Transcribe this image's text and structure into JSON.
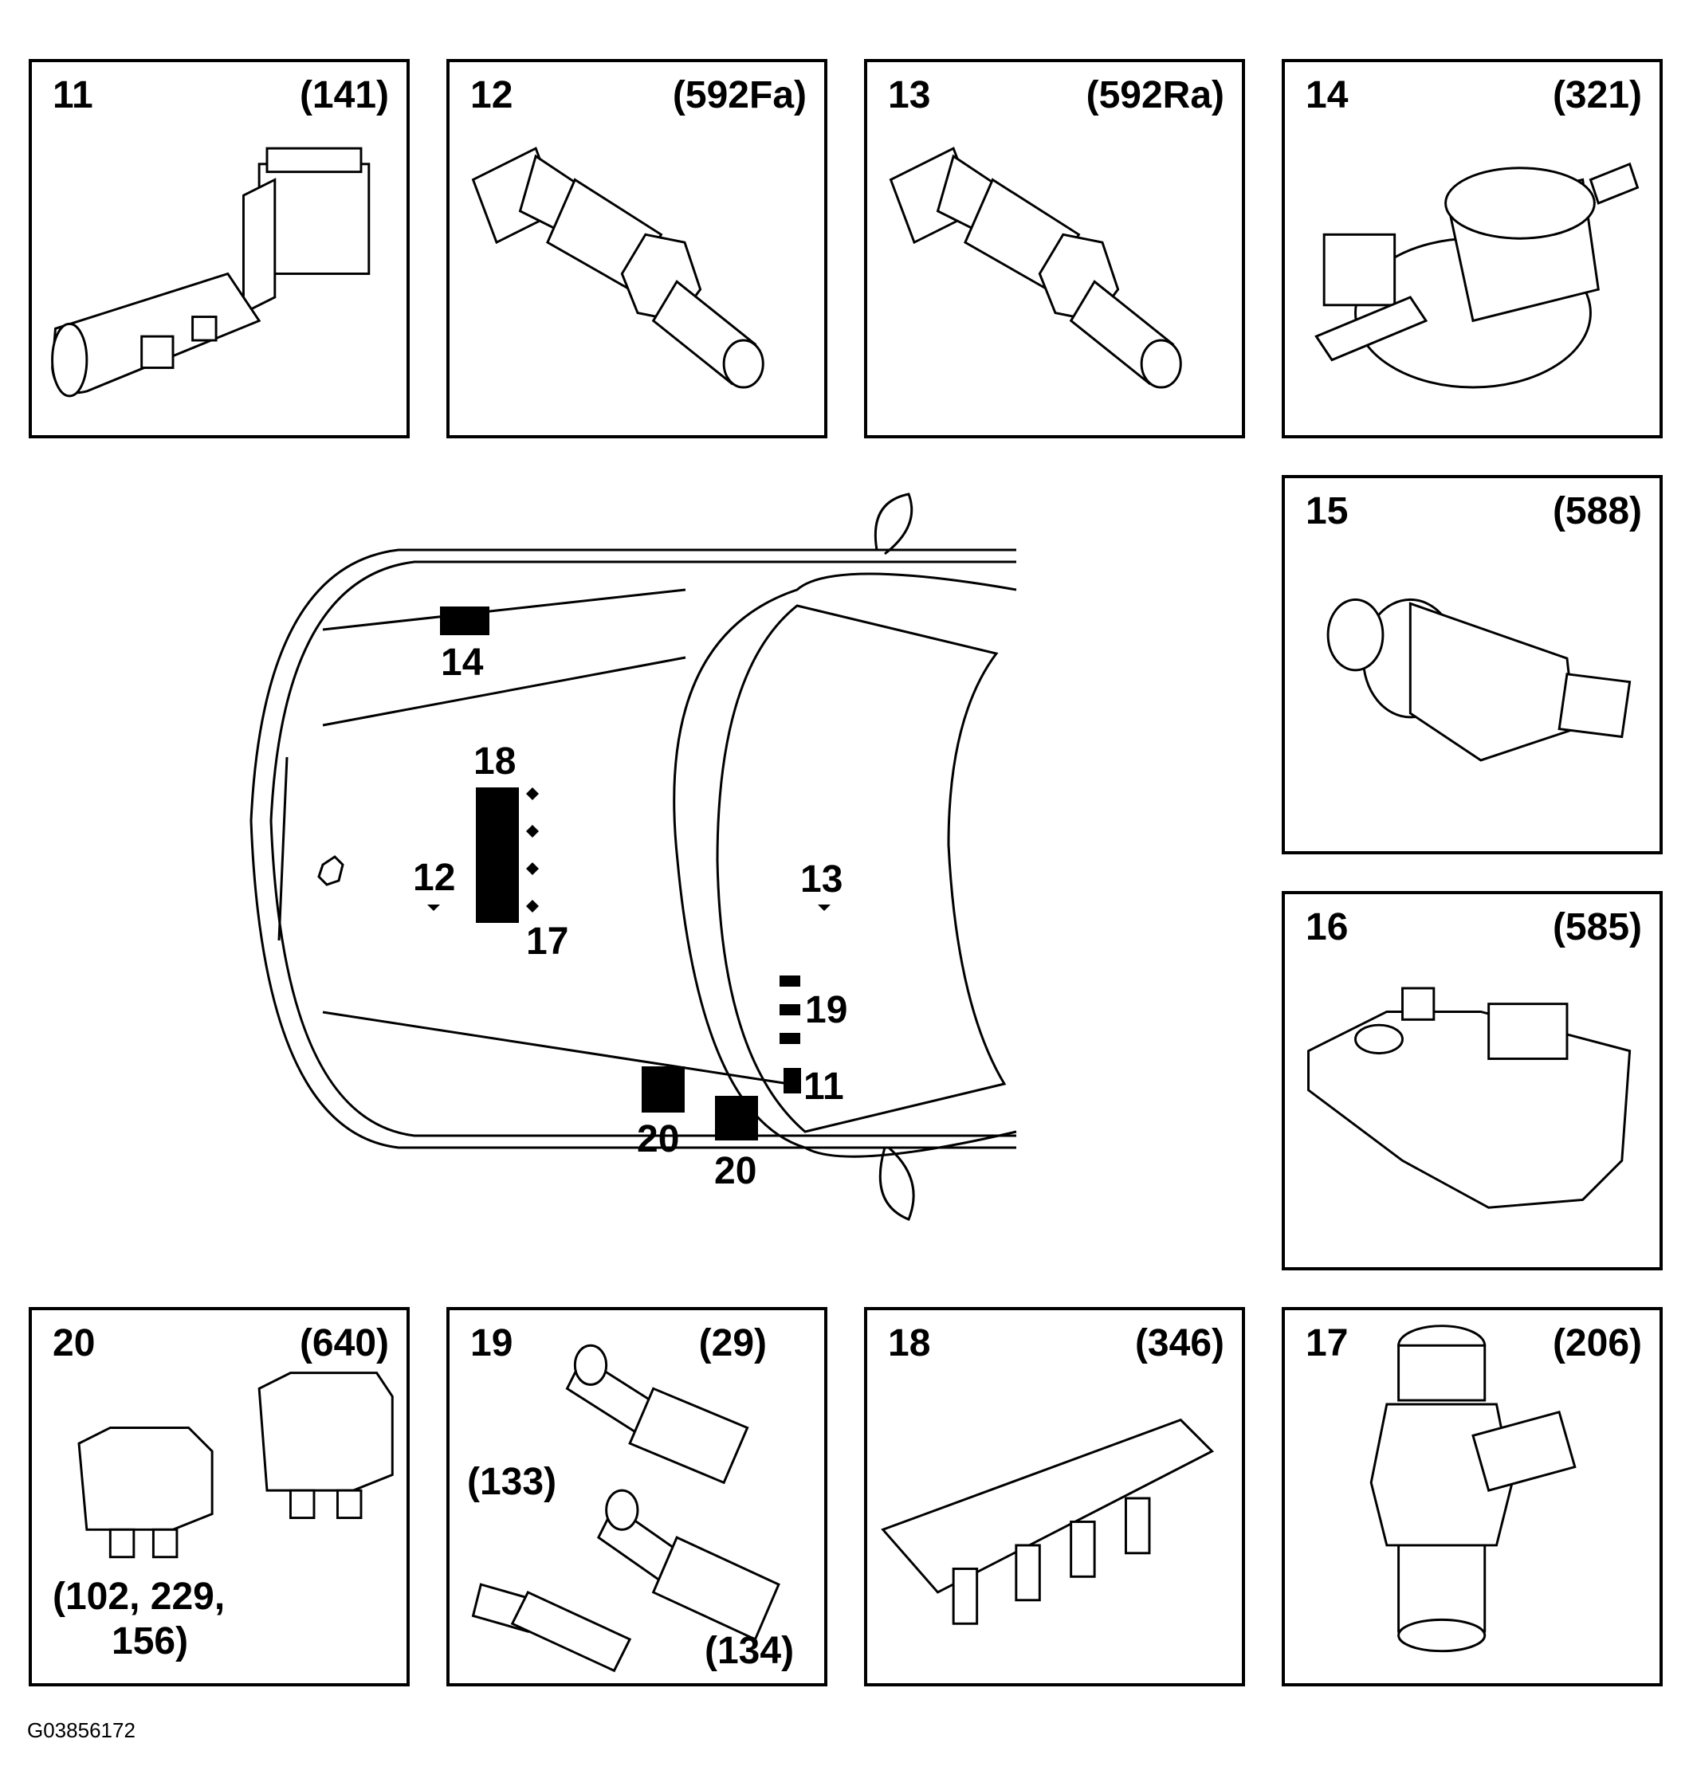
{
  "panels": {
    "p11": {
      "num": "11",
      "code": "(141)"
    },
    "p12": {
      "num": "12",
      "code": "(592Fa)"
    },
    "p13": {
      "num": "13",
      "code": "(592Ra)"
    },
    "p14": {
      "num": "14",
      "code": "(321)"
    },
    "p15": {
      "num": "15",
      "code": "(588)"
    },
    "p16": {
      "num": "16",
      "code": "(585)"
    },
    "p17": {
      "num": "17",
      "code": "(206)"
    },
    "p18": {
      "num": "18",
      "code": "(346)"
    },
    "p19": {
      "num": "19",
      "code": "(29)",
      "code_b": "(133)",
      "code_c": "(134)"
    },
    "p20": {
      "num": "20",
      "code": "(640)",
      "code_b_line1": "(102, 229,",
      "code_b_line2": "156)"
    }
  },
  "car_labels": {
    "l14": "14",
    "l18": "18",
    "l12": "12",
    "l17": "17",
    "l13": "13",
    "l19": "19",
    "l11": "11",
    "l20a": "20",
    "l20b": "20"
  },
  "reference": "G03856172"
}
